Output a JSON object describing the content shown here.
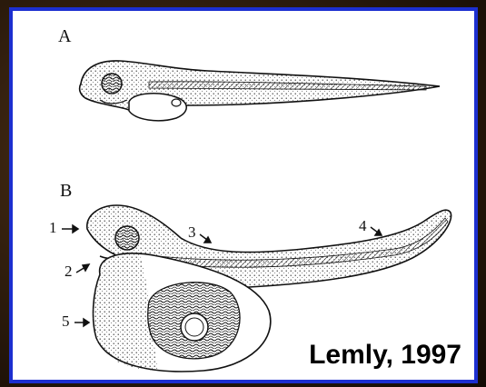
{
  "figure": {
    "panels": [
      {
        "label": "A",
        "subject": "normal-larva"
      },
      {
        "label": "B",
        "subject": "deformed-larva"
      }
    ],
    "callouts": [
      "1",
      "2",
      "3",
      "4",
      "5"
    ],
    "citation": "Lemly, 1997"
  },
  "colors": {
    "background": "#2a1a0c",
    "frame_border": "#1c2fd0",
    "panel": "#ffffff",
    "ink": "#111111"
  }
}
